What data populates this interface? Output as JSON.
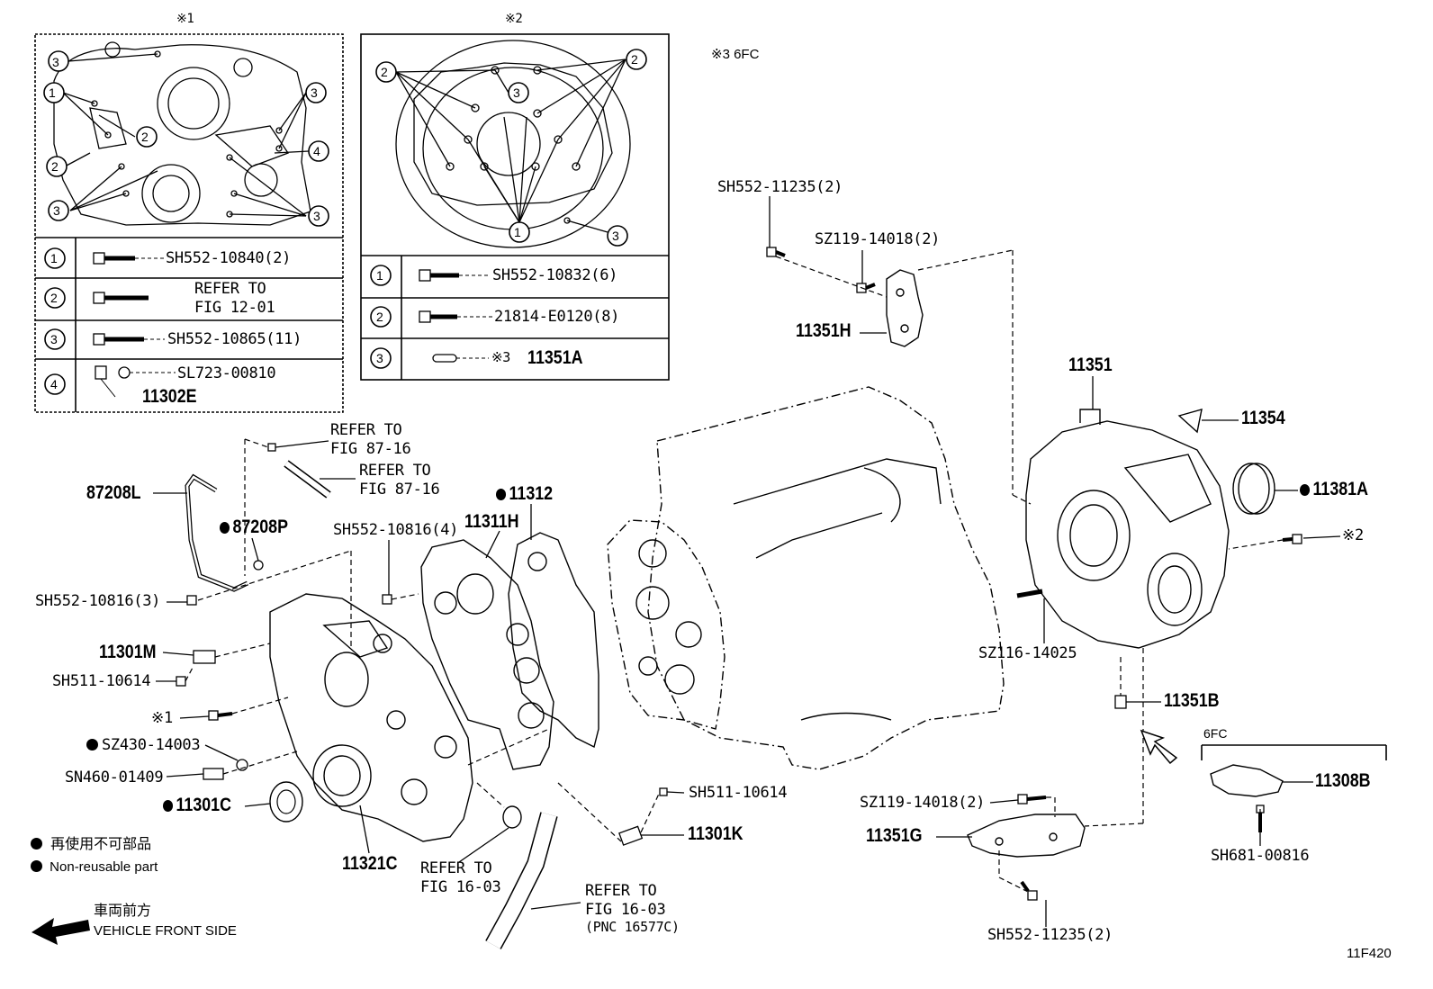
{
  "inset1": {
    "title": "※1",
    "rows": [
      {
        "num": "1",
        "part": "SH552-10840(2)"
      },
      {
        "num": "2",
        "line1": "REFER TO",
        "line2": "FIG 12-01"
      },
      {
        "num": "3",
        "part": "SH552-10865(11)"
      },
      {
        "num": "4",
        "part": "SL723-00810",
        "part2": "11302E"
      }
    ]
  },
  "inset2": {
    "title": "※2",
    "rows": [
      {
        "num": "1",
        "part": "SH552-10832(6)"
      },
      {
        "num": "2",
        "part": "21814-E0120(8)"
      },
      {
        "num": "3",
        "note": "※3",
        "part": "11351A"
      }
    ]
  },
  "note3": "※3 6FC",
  "labels": {
    "sh552_11235_top": "SH552-11235(2)",
    "sz119_top": "SZ119-14018(2)",
    "p11351h": "11351H",
    "p11351": "11351",
    "p11354": "11354",
    "p11381a": "11381A",
    "ref2": "※2",
    "sz116": "SZ116-14025",
    "p11351b": "11351B",
    "grp6fc": "6FC",
    "p11308b": "11308B",
    "sh681": "SH681-00816",
    "sz119_bot": "SZ119-14018(2)",
    "p11351g": "11351G",
    "sh552_11235_bot": "SH552-11235(2)",
    "refer8716a_1": "REFER TO",
    "refer8716a_2": "FIG 87-16",
    "refer8716b_1": "REFER TO",
    "refer8716b_2": "FIG 87-16",
    "p87208l": "87208L",
    "p87208p": "87208P",
    "p11312": "11312",
    "p11311h": "11311H",
    "sh552_10816_4": "SH552-10816(4)",
    "sh552_10816_3": "SH552-10816(3)",
    "p11301m": "11301M",
    "sh511_left": "SH511-10614",
    "ref1": "※1",
    "sz430": "SZ430-14003",
    "sn460": "SN460-01409",
    "p11301c": "11301C",
    "p11321c": "11321C",
    "refer1603a_1": "REFER TO",
    "refer1603a_2": "FIG 16-03",
    "refer1603b_1": "REFER TO",
    "refer1603b_2": "FIG 16-03",
    "refer1603b_3": "(PNC 16577C)",
    "sh511_right": "SH511-10614",
    "p11301k": "11301K",
    "legend_jp": "再使用不可部品",
    "legend_en": "Non-reusable part",
    "front_jp": "車両前方",
    "front_en": "VEHICLE FRONT SIDE",
    "fig_code": "11F420"
  }
}
